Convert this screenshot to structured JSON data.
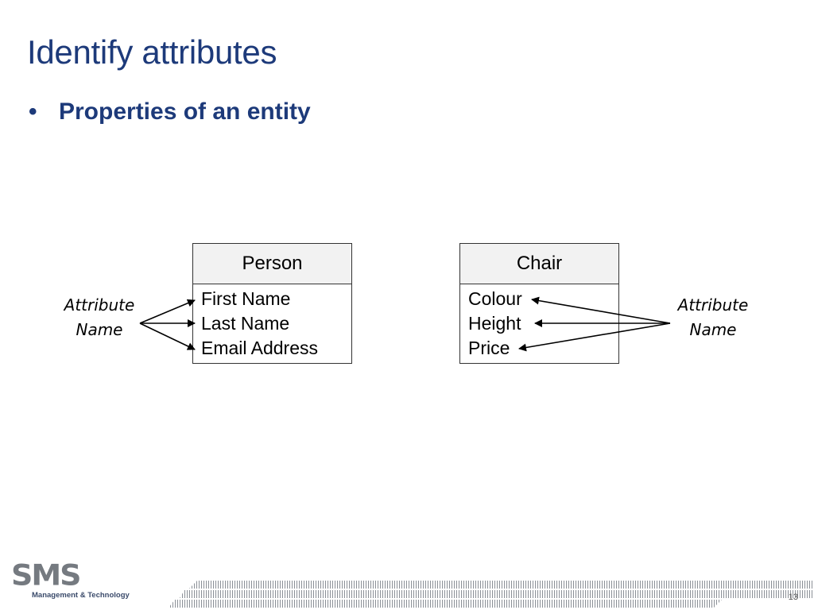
{
  "slide": {
    "title": "Identify attributes",
    "bullet_symbol": "•",
    "bullet_text": "Properties of an entity",
    "page_number": "13"
  },
  "diagram": {
    "entities": [
      {
        "name": "Person",
        "attributes": [
          "First Name",
          "Last Name",
          "Email Address"
        ]
      },
      {
        "name": "Chair",
        "attributes": [
          "Colour",
          "Height",
          "Price"
        ]
      }
    ],
    "left_label": {
      "line1": "Attribute",
      "line2": "Name"
    },
    "right_label": {
      "line1": "Attribute",
      "line2": "Name"
    }
  },
  "branding": {
    "logo_mark": "SMS",
    "logo_subtitle": "Management & Technology"
  },
  "colors": {
    "title": "#1d3a7a",
    "header_fill": "#f2f2f2",
    "logo_gray": "#757a80"
  }
}
